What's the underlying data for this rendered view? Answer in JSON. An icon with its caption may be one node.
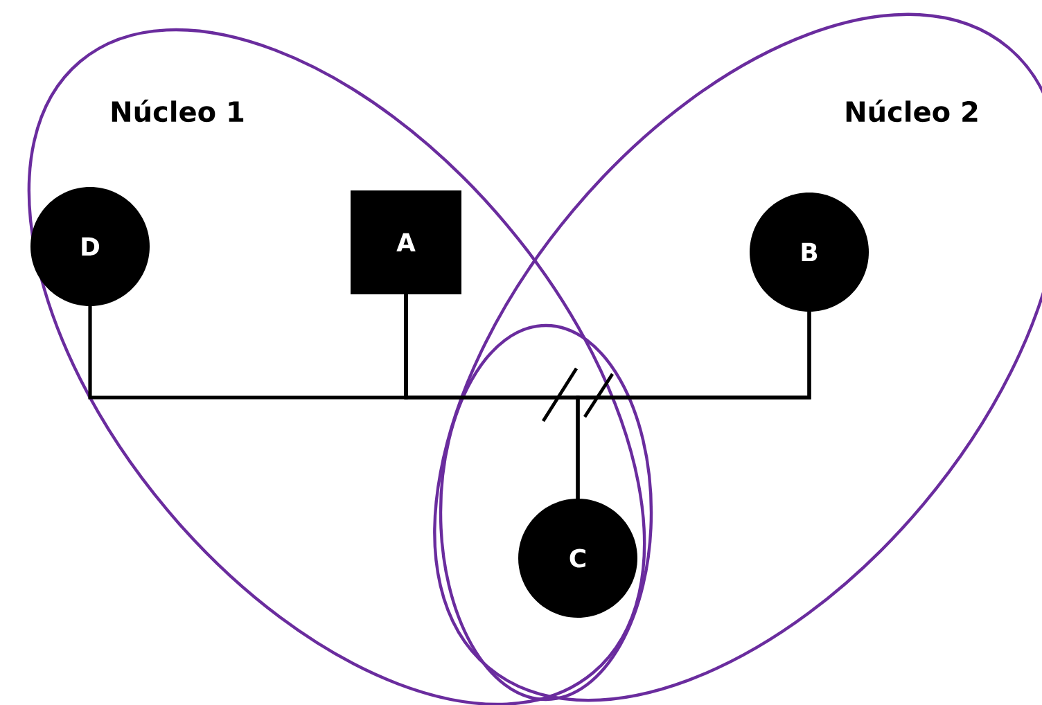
{
  "diagram": {
    "nodes": [
      {
        "text": [
          "Núcleo 1"
        ]
      },
      {
        "text": [
          "Núcleo 2"
        ]
      },
      {
        "text": [
          "D"
        ],
        "in": 0
      },
      {
        "text": [
          "A"
        ],
        "in": 0
      },
      {
        "text": [
          "B"
        ],
        "in": 1
      },
      {
        "text": [],
        "shape": "ellipse"
      },
      {
        "text": [
          "C"
        ],
        "in": 5
      }
    ],
    "edges": [
      {
        "from": 2,
        "to": 3,
        "arrow": "none"
      },
      {
        "from": 3,
        "to": 4,
        "arrow": "none"
      },
      {
        "from": 3,
        "to": 6,
        "arrow": "none"
      },
      {
        "from": 4,
        "to": 6,
        "arrow": "none"
      }
    ]
  }
}
